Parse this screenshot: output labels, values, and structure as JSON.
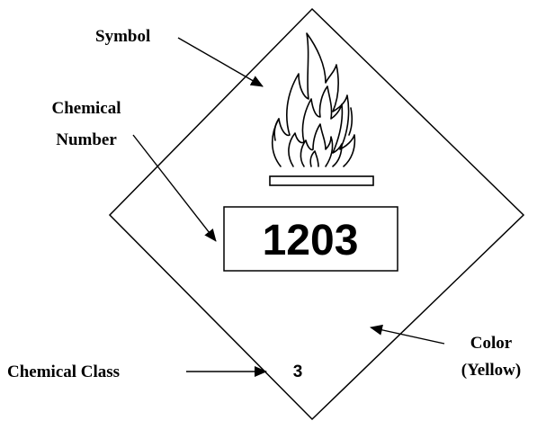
{
  "placard": {
    "shape": "diamond",
    "symbol_icon": "flame-icon",
    "un_number": "1203",
    "class_number": "3"
  },
  "labels": {
    "symbol": "Symbol",
    "chemical_number_line1": "Chemical",
    "chemical_number_line2": "Number",
    "chemical_class": "Chemical Class",
    "color_line1": "Color",
    "color_line2": "(Yellow)"
  }
}
